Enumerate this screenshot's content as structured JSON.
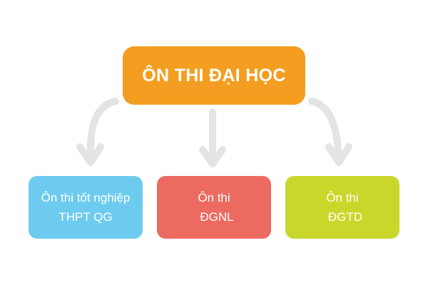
{
  "diagram": {
    "root": {
      "label": "ÔN THI ĐẠI HỌC",
      "color": "#f39e21"
    },
    "children": [
      {
        "lines": [
          "Ôn thi tốt nghiệp",
          "THPT QG"
        ],
        "color": "#6ecbf0"
      },
      {
        "lines": [
          "Ôn thi",
          "ĐGNL"
        ],
        "color": "#ec6a60"
      },
      {
        "lines": [
          "Ôn thi",
          "ĐGTD"
        ],
        "color": "#c9d72b"
      }
    ],
    "arrow_color": "#e3e4e6"
  }
}
